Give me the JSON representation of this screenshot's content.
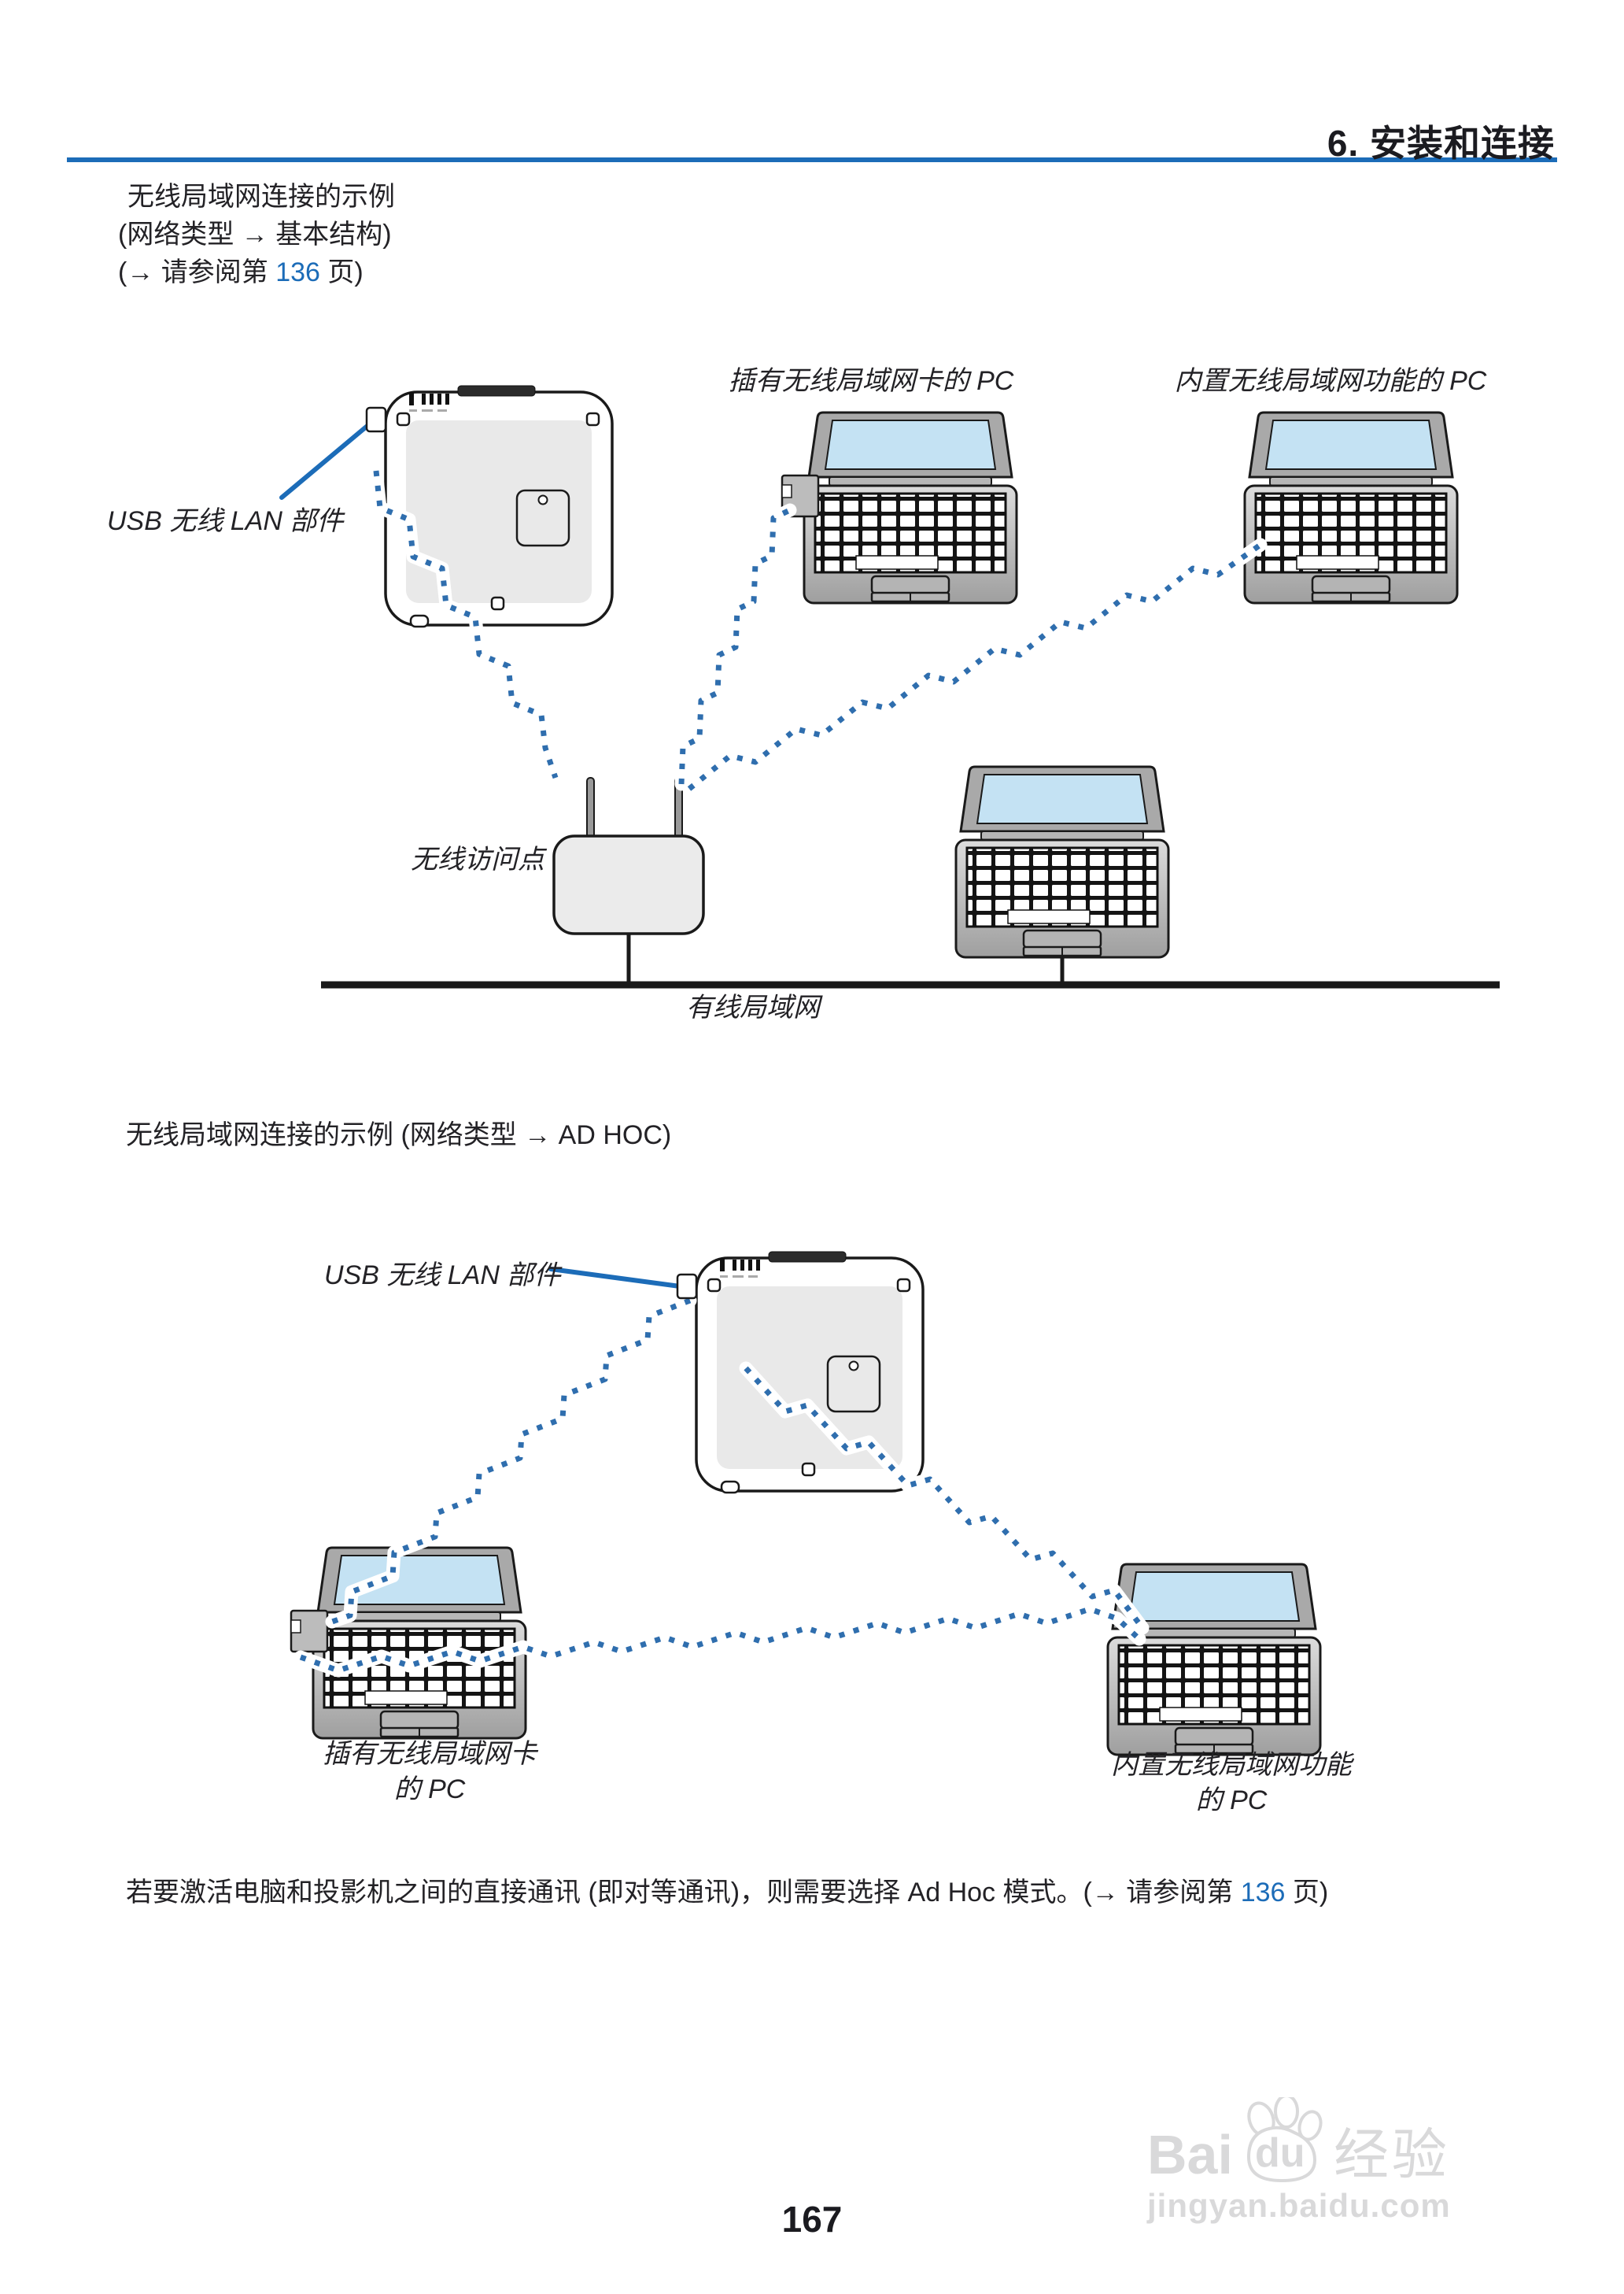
{
  "colors": {
    "accent_blue": "#1c6cb8",
    "dotted_blue": "#2f6eae",
    "text_dark": "#232226",
    "watermark_gray": "#d9d9da"
  },
  "header": {
    "title": "6. 安装和连接"
  },
  "intro": {
    "line1": "无线局域网连接的示例",
    "line2": "(网络类型 → 基本结构)",
    "ref_prefix": "(→ 请参阅第 ",
    "ref_page": "136",
    "ref_suffix": " 页)"
  },
  "diagram1": {
    "pc_card_label": "插有无线局域网卡的 PC",
    "pc_builtin_label": "内置无线局域网功能的 PC",
    "usb_label": "USB 无线 LAN 部件",
    "access_point_label": "无线访问点",
    "wired_lan_label": "有线局域网"
  },
  "section2": {
    "heading": "无线局域网连接的示例 (网络类型 → AD HOC)"
  },
  "diagram2": {
    "usb_label": "USB 无线 LAN 部件",
    "pc_card_label_line1": "插有无线局域网卡",
    "pc_card_label_line2": "的 PC",
    "pc_builtin_label_line1": "内置无线局域网功能",
    "pc_builtin_label_line2": "的 PC"
  },
  "footer": {
    "text_prefix": "若要激活电脑和投影机之间的直接通讯 (即对等通讯)，则需要选择 Ad Hoc 模式。(→ 请参阅第 ",
    "ref_page": "136",
    "text_suffix": " 页)",
    "page_number": "167"
  },
  "watermark": {
    "brand_bai": "Bai",
    "brand_du": "du",
    "brand_cn": "经验",
    "url": "jingyan.baidu.com"
  }
}
